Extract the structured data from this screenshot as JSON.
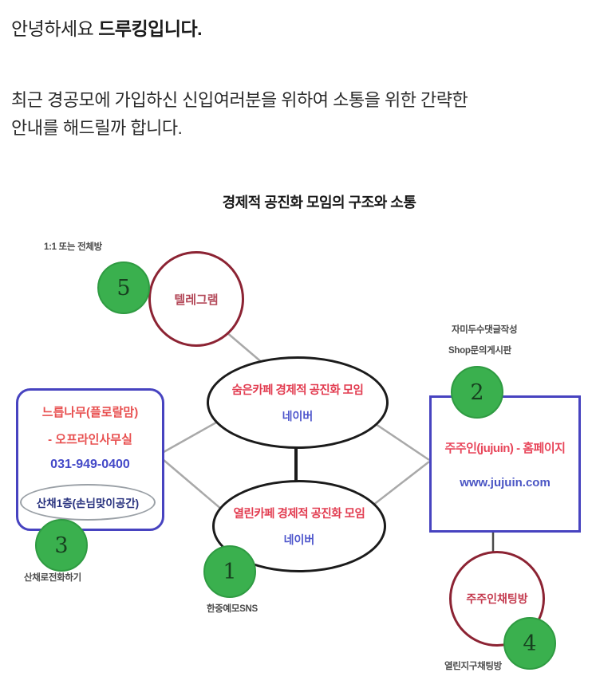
{
  "intro": {
    "greeting_prefix": "안녕하세요 ",
    "greeting_bold": "드루킹입니다.",
    "body_line1": "최근 경공모에 가입하신 신입여러분을 위하여 소통을 위한 간략한",
    "body_line2": "안내를 해드릴까 합니다."
  },
  "diagram": {
    "title": "경제적 공진화 모임의 구조와 소통",
    "colors": {
      "badge_green": "#3ab04e",
      "circle_maroon": "#8c2333",
      "box_border_blue": "#4743c0",
      "red_text": "#e23c50",
      "blue_text": "#4d55cc",
      "ellipse_stroke": "#1b1b1b",
      "connector_gray": "#a9a9a9"
    },
    "nodes": {
      "telegram": {
        "label": "텔레그램",
        "badge": "5",
        "annotation": "1:1 또는 전체방"
      },
      "hidden_cafe": {
        "line1": "숨은카페 경제적 공진화 모임",
        "line2": "네이버"
      },
      "open_cafe": {
        "line1": "열린카페 경제적 공진화 모임",
        "line2": "네이버",
        "badge": "1",
        "annotation": "한중예모SNS"
      },
      "office": {
        "line1": "느릅나무(플로랄맘)",
        "line2": "- 오프라인사무실",
        "phone": "031-949-0400",
        "highlight": "산채1층(손님맞이공간)",
        "badge": "3",
        "annotation": "산채로전화하기"
      },
      "homepage": {
        "line1": "주주인(jujuin) - 홈페이지",
        "url": "www.jujuin.com",
        "badge": "2",
        "annotation_line1": "자미두수댓글작성",
        "annotation_line2": "Shop문의게시판"
      },
      "chatroom": {
        "label": "주주인채팅방",
        "badge": "4",
        "annotation": "열린지구채팅방"
      }
    }
  }
}
